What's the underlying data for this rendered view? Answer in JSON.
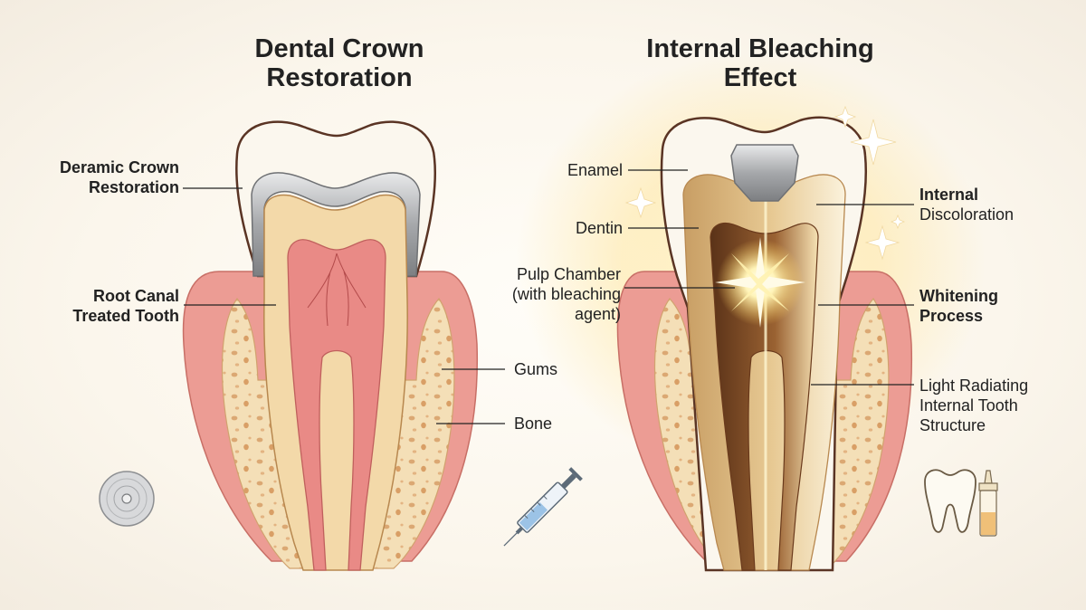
{
  "left_panel": {
    "title_lines": [
      "Dental Crown",
      "Restoration"
    ],
    "labels": {
      "crown": [
        "Deramic Crown",
        "Restoration"
      ],
      "root_canal": [
        "Root Canal",
        "Treated Tooth"
      ],
      "gums": "Gums",
      "bone": "Bone"
    }
  },
  "right_panel": {
    "title_lines": [
      "Internal Bleaching",
      "Effect"
    ],
    "labels": {
      "enamel": "Enamel",
      "dentin": "Dentin",
      "pulp": [
        "Pulp Chamber",
        "(with bleaching",
        "agent)"
      ],
      "internal": "Internal",
      "discoloration": "Discoloration",
      "whitening": [
        "Whitening",
        "Process"
      ],
      "light": [
        "Light Radiating",
        "Internal Tooth",
        "Structure"
      ]
    }
  },
  "colors": {
    "enamel": "#fbf7ee",
    "dentin": "#f3d9a9",
    "pulp": "#e98a86",
    "gum": "#ec9c94",
    "bone": "#f4dfb7",
    "metal": "#a9abae",
    "outline": "#5a3424",
    "glow": "#ffe9a6"
  }
}
